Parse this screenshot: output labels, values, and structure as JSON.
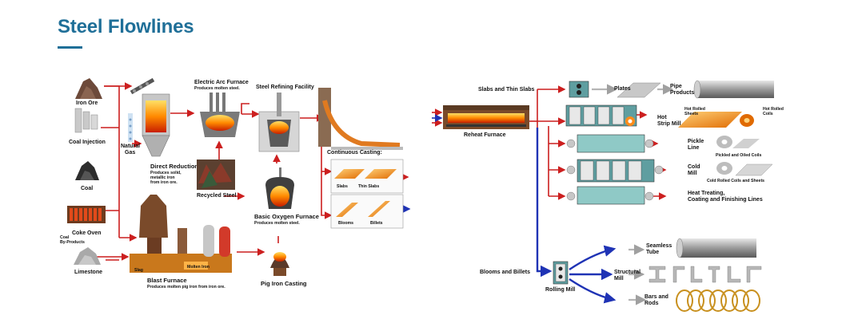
{
  "page": {
    "title": "Steel Flowlines"
  },
  "left_diagram": {
    "raw": {
      "iron_ore": "Iron Ore",
      "coal_injection": "Coal Injection",
      "natural_gas_1": "Natural",
      "natural_gas_2": "Gas",
      "coal": "Coal",
      "coke_oven": "Coke Oven",
      "coal_byproducts_1": "Coal",
      "coal_byproducts_2": "By-Products",
      "limestone": "Limestone"
    },
    "direct_reduction": {
      "title": "Direct Reduction",
      "desc_1": "Produces solid,",
      "desc_2": "metallic iron",
      "desc_3": "from iron ore."
    },
    "electric_arc": {
      "title": "Electric Arc Furnace",
      "desc": "Produces molten steel."
    },
    "recycled_steel": "Recycled Steel",
    "steel_refining": "Steel Refining Facility",
    "continuous_casting": {
      "title": "Continuous Casting:",
      "slabs": "Slabs",
      "thin_slabs": "Thin Slabs",
      "blooms": "Blooms",
      "billets": "Billets"
    },
    "basic_oxygen": {
      "title": "Basic Oxygen Furnace",
      "desc": "Produces molten steel."
    },
    "blast_furnace": {
      "title": "Blast Furnace",
      "desc": "Produces molten pig iron from iron ore.",
      "slag": "Slag",
      "molten_iron": "Molten Iron"
    },
    "pig_iron_casting": "Pig Iron Casting"
  },
  "right_diagram": {
    "slabs_and_thin_slabs": "Slabs and Thin Slabs",
    "reheat_furnace": "Reheat Furnace",
    "plates": "Plates",
    "pipe_products_1": "Pipe",
    "pipe_products_2": "Products",
    "hot_strip_mill_1": "Hot",
    "hot_strip_mill_2": "Strip Mill",
    "hot_rolled_sheets_1": "Hot Rolled",
    "hot_rolled_sheets_2": "Sheets",
    "hot_rolled_coils_1": "Hot Rolled",
    "hot_rolled_coils_2": "Coils",
    "pickle_line_1": "Pickle",
    "pickle_line_2": "Line",
    "pickled_oiled_coils": "Pickled and Oiled Coils",
    "cold_mill_1": "Cold",
    "cold_mill_2": "Mill",
    "cold_rolled": "Cold Rolled Coils and Sheets",
    "heat_treating_1": "Heat Treating,",
    "heat_treating_2": "Coating and Finishing Lines",
    "blooms_and_billets": "Blooms and Billets",
    "rolling_mill": "Rolling Mill",
    "seamless_tube_1": "Seamless",
    "seamless_tube_2": "Tube",
    "structural_mill_1": "Structural",
    "structural_mill_2": "Mill",
    "bars_and_rods_1": "Bars and",
    "bars_and_rods_2": "Rods"
  }
}
